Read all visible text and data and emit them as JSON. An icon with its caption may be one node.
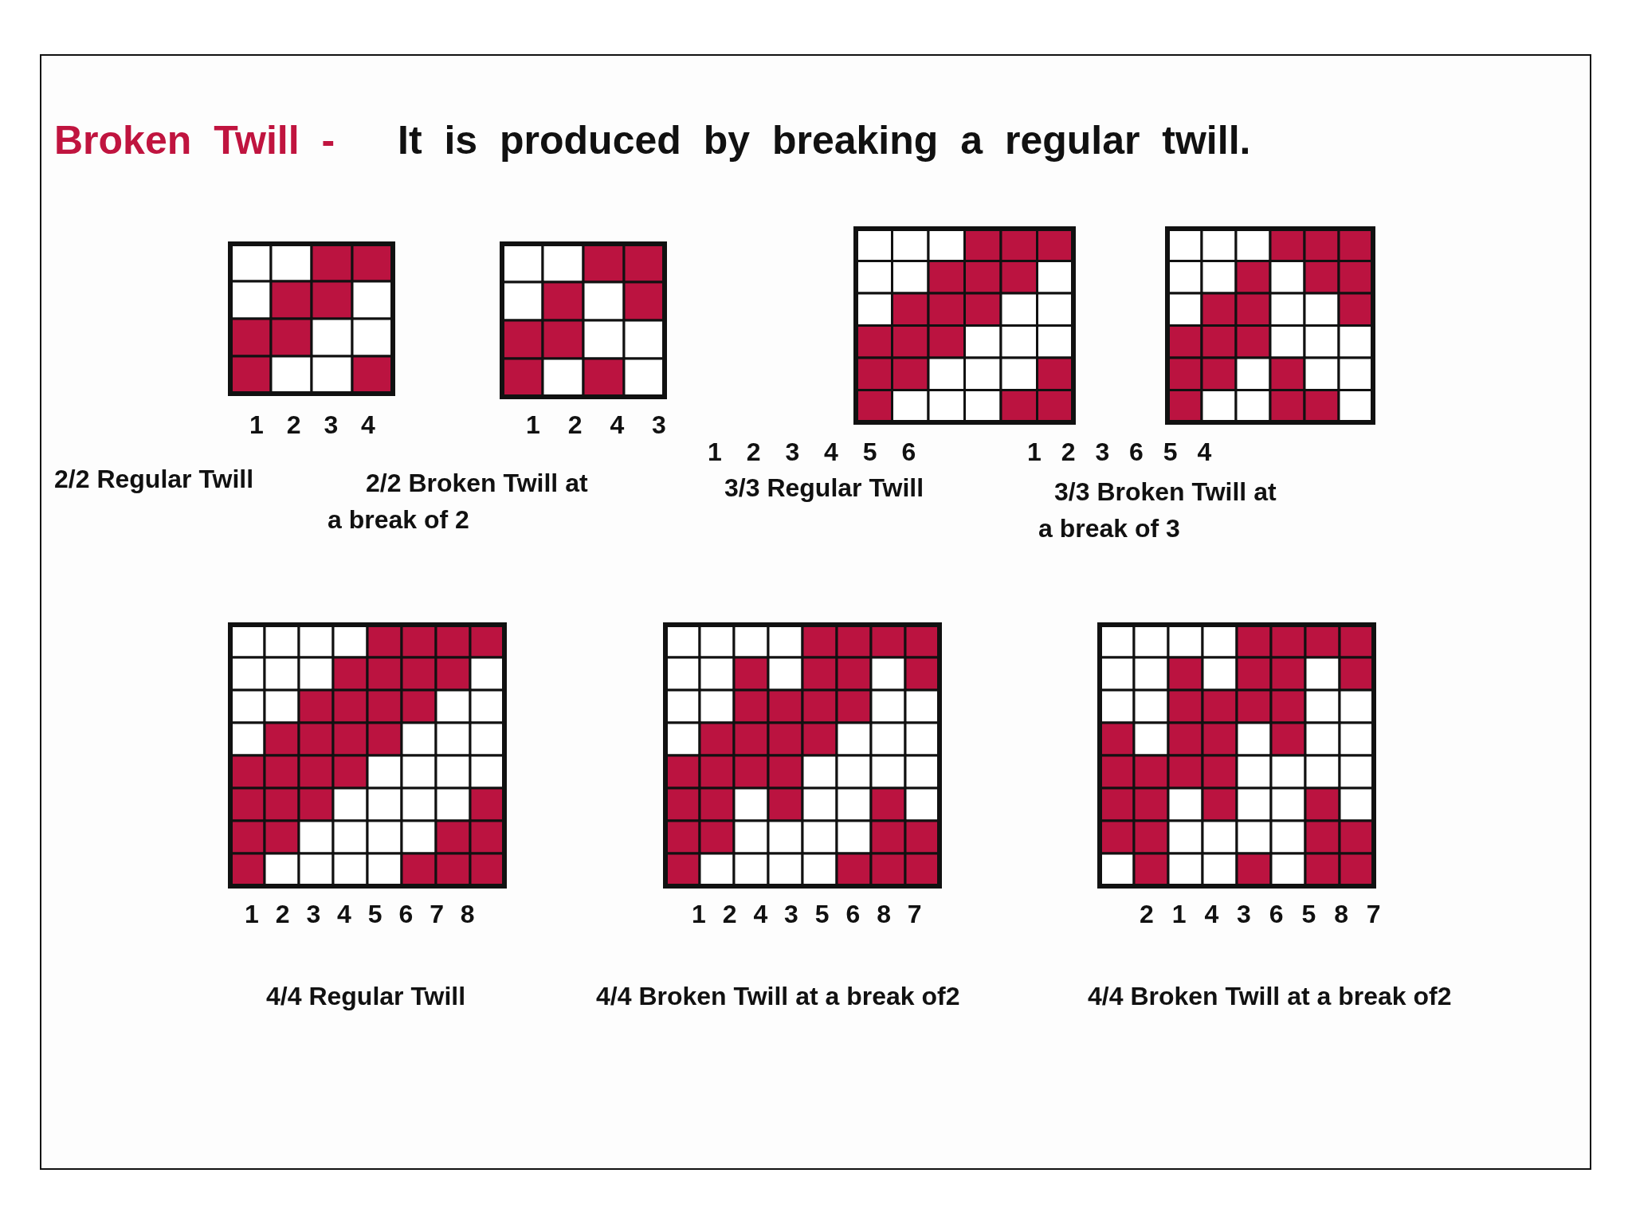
{
  "diagram": {
    "title": "Broken Twill -",
    "labels": [
      "It is produced by breaking a regular twill.",
      "1 2 3 4",
      "1 2 4 3",
      "1 2 3 4 5 6",
      "1 2 3 6 5 4",
      "2/2 Regular Twill",
      "2/2 Broken Twill at a break of 2",
      "3/3 Regular Twill",
      "3/3 Broken Twill at a break of 3",
      "1 2 3 4 5 6 7 8",
      "1 2 4 3 5 6 8 7",
      "2 1 4 3 6 5 8 7",
      "4/4 Regular Twill",
      "4/4 Broken Twill at a break of2",
      "4/4 Broken Twill at a break of2"
    ]
  }
}
